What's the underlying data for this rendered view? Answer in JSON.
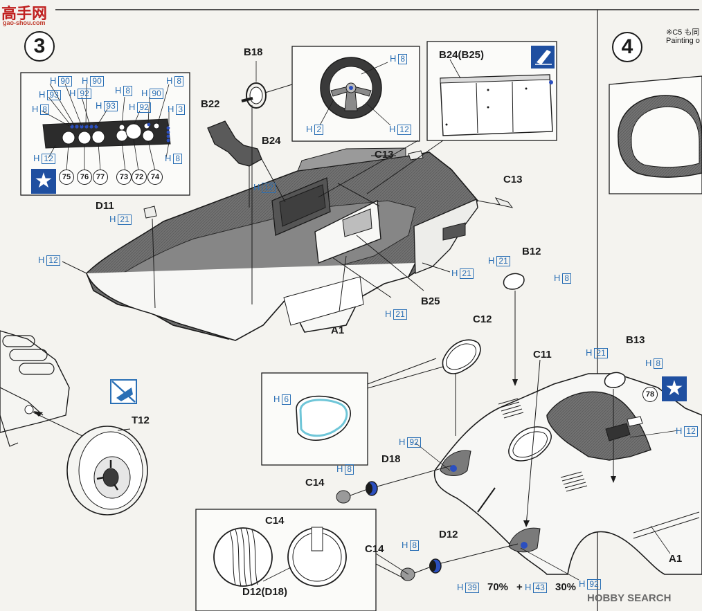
{
  "watermark": {
    "top_brand": "高手网",
    "top_url": "gao-shou.com",
    "bottom": "HOBBY SEARCH"
  },
  "steps": [
    "3",
    "4"
  ],
  "note_top_right": {
    "line1": "※C5 も同",
    "line2": "Painting o"
  },
  "part_labels": {
    "B18": "B18",
    "B22": "B22",
    "B24": "B24",
    "B24_B25": "B24(B25)",
    "C13_a": "C13",
    "C13_b": "C13",
    "D11": "D11",
    "A1_a": "A1",
    "A1_b": "A1",
    "B25": "B25",
    "B12": "B12",
    "C12": "C12",
    "C11": "C11",
    "B13": "B13",
    "T12": "T12",
    "D18": "D18",
    "C14_a": "C14",
    "C14_b": "C14",
    "C14_c": "C14",
    "D12": "D12",
    "D12_D18": "D12(D18)"
  },
  "color_codes": {
    "dash_h90a": "90",
    "dash_h90b": "90",
    "dash_h90c": "90",
    "dash_h93a": "93",
    "dash_h92a": "92",
    "dash_h93b": "93",
    "dash_h8a": "8",
    "dash_h92b": "92",
    "dash_h8b": "8",
    "dash_h8c": "8",
    "dash_h3": "3",
    "dash_h8d": "8",
    "dash_h12": "12",
    "wheel_h8": "8",
    "wheel_h2": "2",
    "wheel_h12": "12",
    "b24_h12": "12",
    "d11_h21": "21",
    "left_h12": "12",
    "right_h21": "21",
    "b25_h21": "21",
    "b12_h21": "21",
    "b12_h8": "8",
    "b13_h21": "21",
    "b13_h8": "8",
    "b13_h12": "12",
    "c12_h6": "6",
    "h92_a": "92",
    "d18_h8": "8",
    "d12_h8": "8",
    "h92_b": "92",
    "mix_h39": "39",
    "mix_h43": "43"
  },
  "color_prefix": "H",
  "dash_decals": [
    "75",
    "76",
    "77",
    "73",
    "72",
    "74"
  ],
  "decal_78": "78",
  "mix_text": {
    "pct1": "70%",
    "plus": "+",
    "pct2": "30%"
  },
  "icon_names": [
    "tamiya-star-icon",
    "paint-can-icon",
    "no-glue-icon"
  ],
  "colors": {
    "code_blue": "#2a6fb5",
    "star_blue": "#1f4fa0",
    "dark_part": "#6e6e6e",
    "line": "#1b1b1b"
  }
}
